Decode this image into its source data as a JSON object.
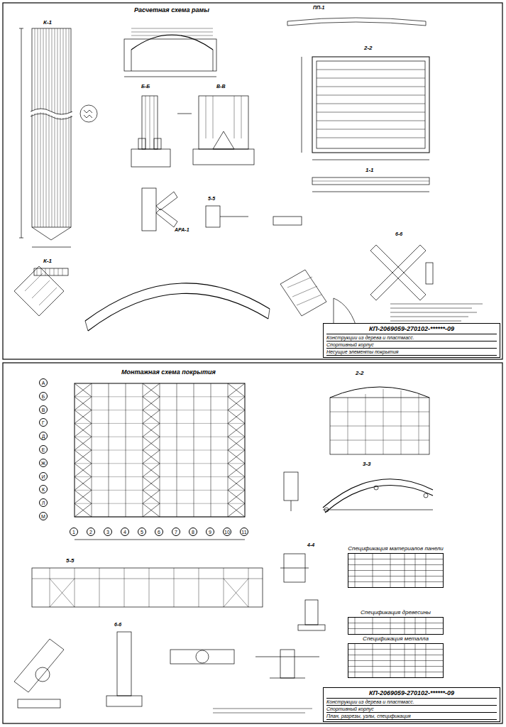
{
  "diagram": {
    "nodes": [
      {
        "text": [
          "КП-2069059-270102-******-09",
          "Конструкции из дерева и пластмасс.",
          "Спортивный корпус",
          "Несущие элементы покрытия"
        ]
      },
      {
        "text": [
          "КП-2069059-270102-******-09",
          "Конструкции из дерева и пластмасс.",
          "Спортивный корпус",
          "План, разрезы, узлы, спецификация"
        ]
      },
      {
        "text": [
          "Спецификация материалов панели"
        ]
      },
      {
        "text": [
          "Спецификация древесины"
        ]
      },
      {
        "text": [
          "Спецификация металла"
        ]
      },
      {
        "text": [
          "А"
        ]
      },
      {
        "text": [
          "Б"
        ]
      },
      {
        "text": [
          "В"
        ]
      },
      {
        "text": [
          "Г"
        ]
      },
      {
        "text": [
          "Д"
        ]
      },
      {
        "text": [
          "Е"
        ]
      },
      {
        "text": [
          "Ж"
        ]
      },
      {
        "text": [
          "И"
        ]
      },
      {
        "text": [
          "К"
        ]
      },
      {
        "text": [
          "Л"
        ]
      },
      {
        "text": [
          "М"
        ]
      },
      {
        "text": [
          "1"
        ]
      },
      {
        "text": [
          "2"
        ]
      },
      {
        "text": [
          "3"
        ]
      },
      {
        "text": [
          "4"
        ]
      },
      {
        "text": [
          "5"
        ]
      },
      {
        "text": [
          "6"
        ]
      },
      {
        "text": [
          "7"
        ]
      },
      {
        "text": [
          "8"
        ]
      },
      {
        "text": [
          "9"
        ]
      },
      {
        "text": [
          "10"
        ]
      },
      {
        "text": [
          "11"
        ]
      }
    ],
    "labels": [
      "Расчетная схема рамы",
      "К-1",
      "К-1",
      "ПП-1",
      "2-2",
      "1-1",
      "Б-Б",
      "В-В",
      "АРА-1",
      "5-5",
      "6-6",
      "Монтажная схема покрытия",
      "2-2",
      "3-3",
      "5-5",
      "4-4",
      "6-6"
    ]
  }
}
